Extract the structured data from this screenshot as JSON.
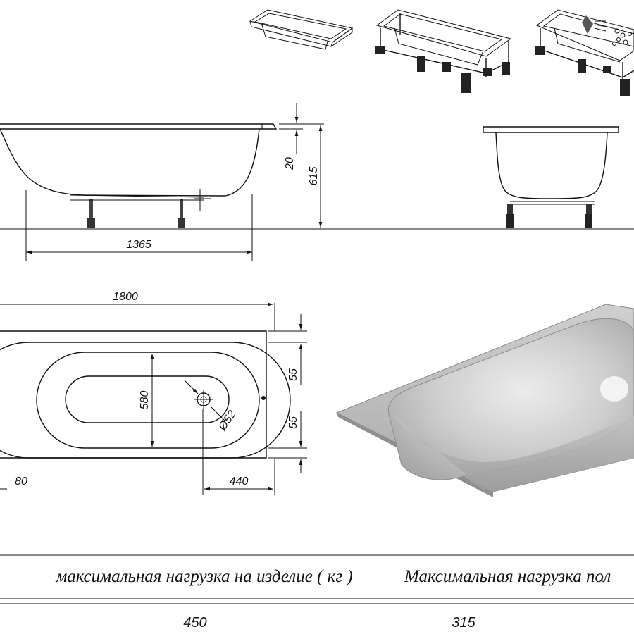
{
  "drawing": {
    "side_view": {
      "rim_height_label": "20",
      "total_height_label": "615",
      "leg_span_label": "1365"
    },
    "top_view": {
      "length_label": "1800",
      "width_label": "580",
      "rim_top_label": "55",
      "rim_bottom_label": "55",
      "drain_diameter_label": "Ø52",
      "left_offset_label": "80",
      "drain_offset_label": "440"
    },
    "thumbnails": [
      "bathtub-icon",
      "bathtub-with-frame-icon",
      "bathtub-with-hydromassage-icon"
    ]
  },
  "table": {
    "headers": [
      "максимальная нагрузка на изделие  ( кг )",
      "Максимальная нагрузка пол"
    ],
    "values": [
      "450",
      "315"
    ]
  },
  "colors": {
    "line": "#111111",
    "render_light": "#d8d8d8",
    "render_mid": "#bdbdbd",
    "render_dark": "#9a9a9a"
  }
}
